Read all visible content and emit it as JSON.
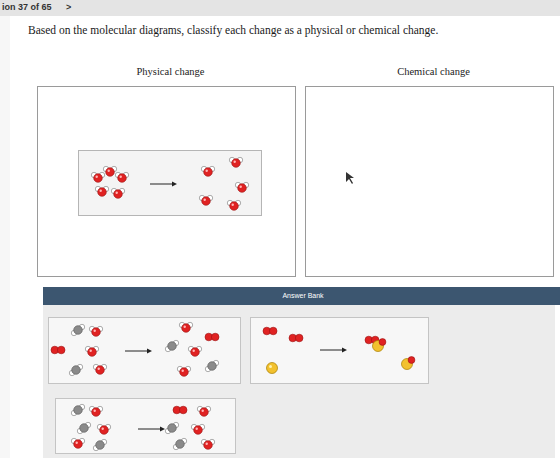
{
  "diagram": {
    "title": "Based on the molecular diagrams, classify each change as a physical or chemical change.",
    "nodes": [
      {
        "text": [
          "Physical change"
        ]
      },
      {
        "text": [
          "Chemical change"
        ]
      },
      {
        "text": [
          "Answer Bank"
        ]
      }
    ],
    "labels": [
      "ion 37 of 65",
      ">"
    ]
  }
}
